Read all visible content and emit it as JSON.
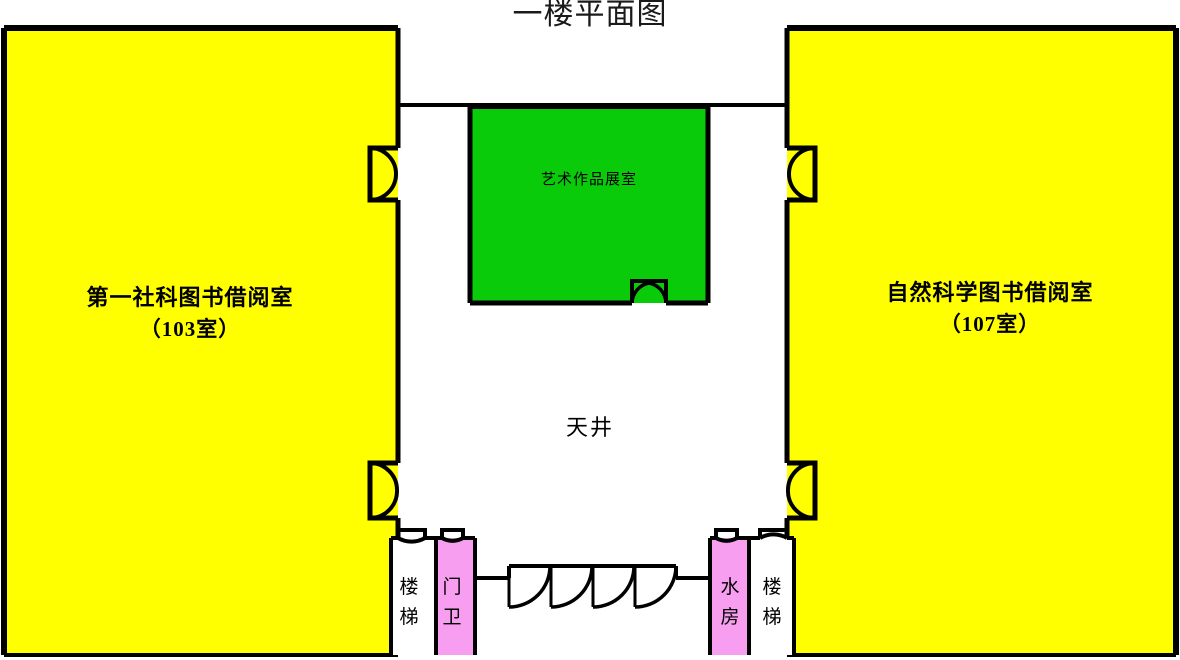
{
  "title": "一楼平面图",
  "rooms": {
    "left": {
      "name": "第一社科图书借阅室",
      "number": "（103室）",
      "color": "#FFFF00"
    },
    "right": {
      "name": "自然科学图书借阅室",
      "number": "（107室）",
      "color": "#FFFF00"
    },
    "art": {
      "name": "艺术作品展室",
      "color": "#0ACB0A"
    },
    "atrium": {
      "name": "天井",
      "color": "#FFFFFF"
    },
    "stair_left": {
      "name": "楼梯",
      "color": "#FFFFFF"
    },
    "gatehouse": {
      "name": "门卫",
      "color": "#F79EF0"
    },
    "water_room": {
      "name": "水房",
      "color": "#F79EF0"
    },
    "stair_right": {
      "name": "楼梯",
      "color": "#FFFFFF"
    }
  },
  "colors": {
    "wall": "#000000",
    "yellow": "#FFFF00",
    "green": "#0ACB0A",
    "pink": "#F79EF0",
    "white": "#FFFFFF",
    "text": "#000000",
    "title_text": "#1A1A1A"
  },
  "doors": {
    "left_upper": "double-door-symbol",
    "left_lower": "double-door-symbol",
    "right_upper": "double-door-symbol",
    "right_lower": "double-door-symbol",
    "art_room_south": "double-door-symbol",
    "stair_left_door": "single-door-symbol",
    "gatehouse_door": "single-door-symbol",
    "water_room_door": "single-door-symbol",
    "stair_right_door": "single-door-symbol",
    "corridor_doors": "four-door-symbols"
  }
}
